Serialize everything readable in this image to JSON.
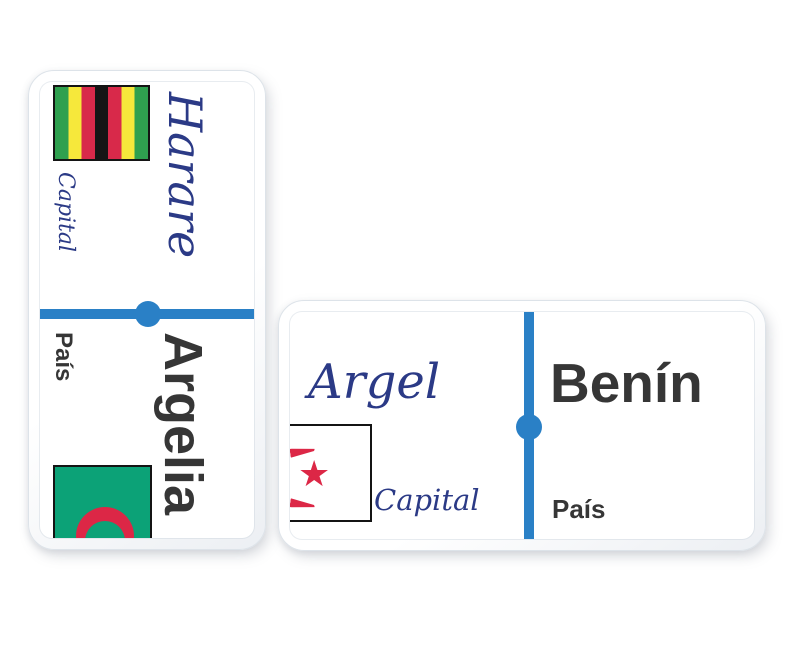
{
  "colors": {
    "accent-blue": "#2a80c6",
    "navy": "#2b3a86",
    "ink": "#363636",
    "zim-green": "#2fa04f",
    "zim-yellow": "#f6e83b",
    "zim-red": "#d8294a",
    "zim-black": "#151515",
    "alg-green": "#0ca277",
    "alg-red": "#dc2746"
  },
  "icons": {
    "star": "★"
  },
  "dominoes": {
    "vertical": {
      "capital_half": {
        "label": "Capital",
        "city": "Harare",
        "flag": "zimbabwe-flag"
      },
      "country_half": {
        "label": "País",
        "country": "Argelia",
        "flag": "algeria-flag"
      }
    },
    "horizontal": {
      "capital_half": {
        "label": "Capital",
        "city": "Argel",
        "flag": "algeria-flag"
      },
      "country_half": {
        "label": "País",
        "country": "Benín"
      }
    }
  }
}
